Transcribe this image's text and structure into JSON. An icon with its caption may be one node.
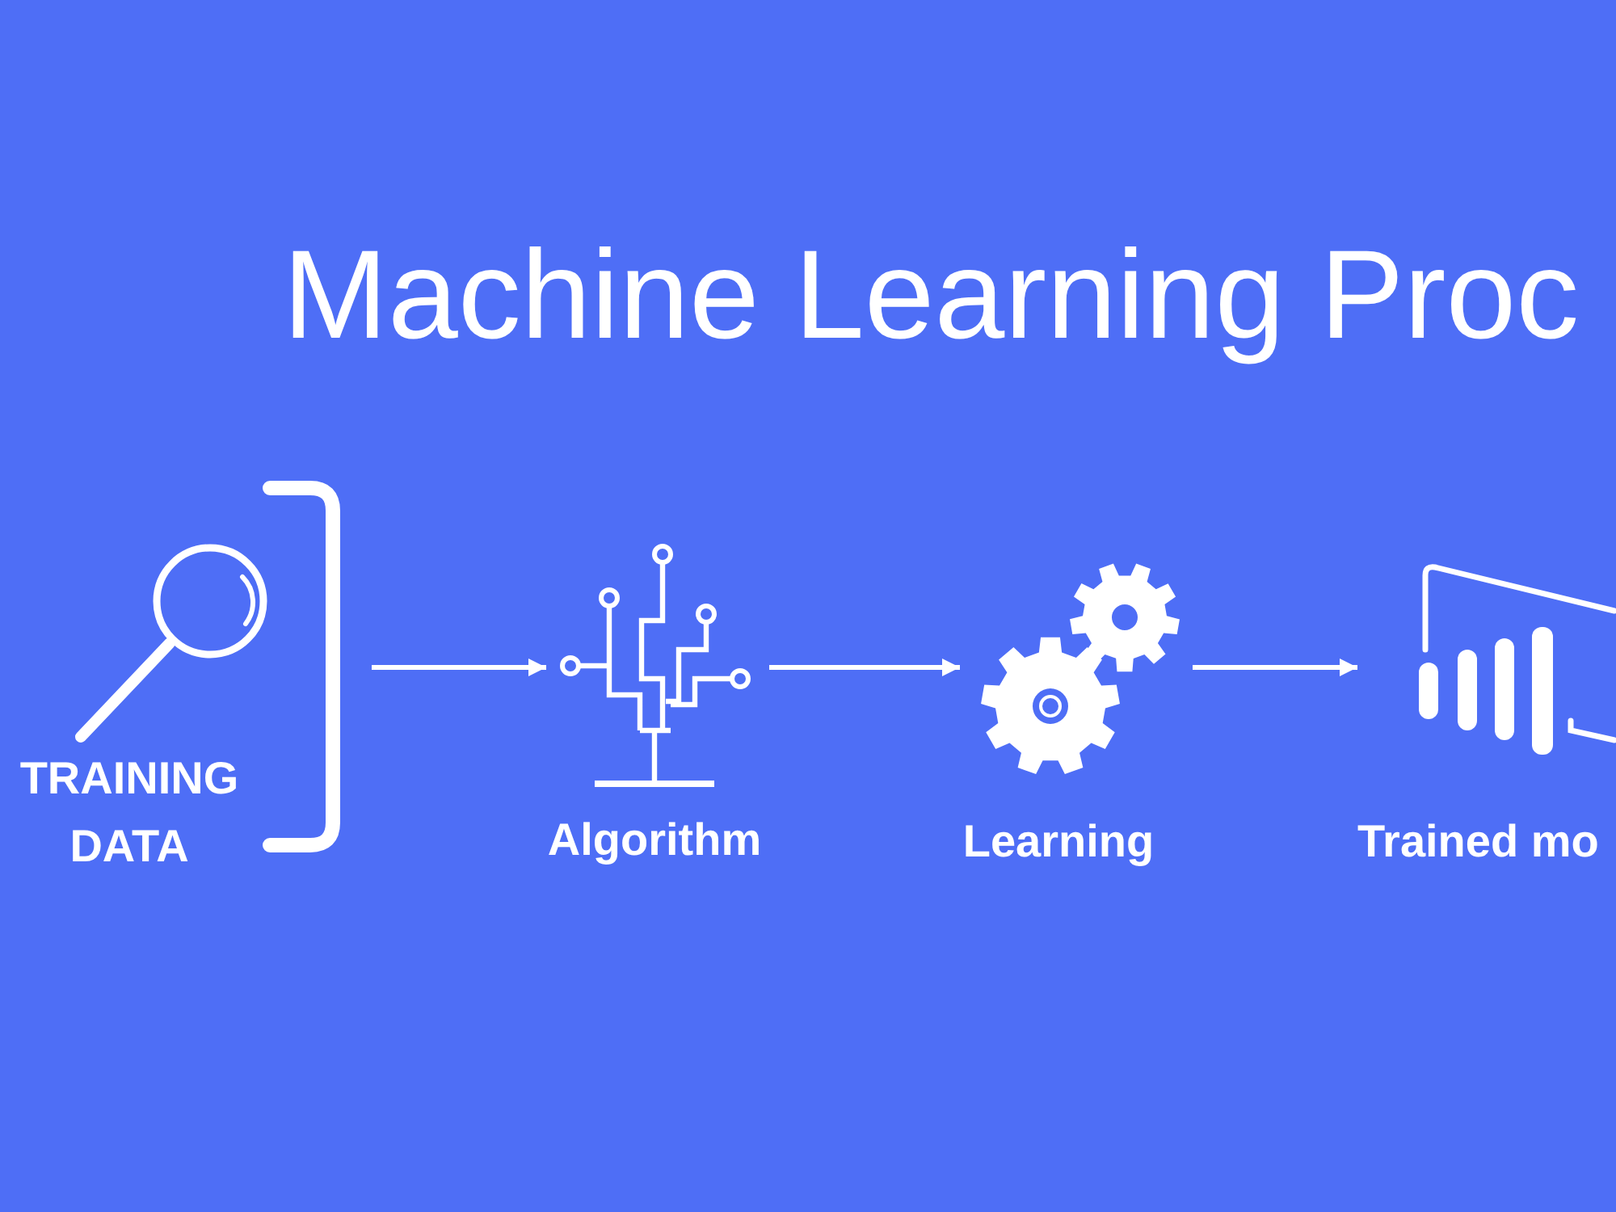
{
  "diagram": {
    "title": "Machine Learning Proc",
    "nodes": [
      {
        "text": [
          "TRAINING DATA"
        ]
      },
      {
        "text": [
          "Algorithm"
        ]
      },
      {
        "text": [
          "Learning"
        ]
      },
      {
        "text": [
          "Trained mo"
        ]
      }
    ],
    "edges": [
      {
        "from": 0,
        "to": 1,
        "arrow": "to"
      },
      {
        "from": 1,
        "to": 2,
        "arrow": "to"
      },
      {
        "from": 2,
        "to": 3,
        "arrow": "to"
      }
    ]
  }
}
